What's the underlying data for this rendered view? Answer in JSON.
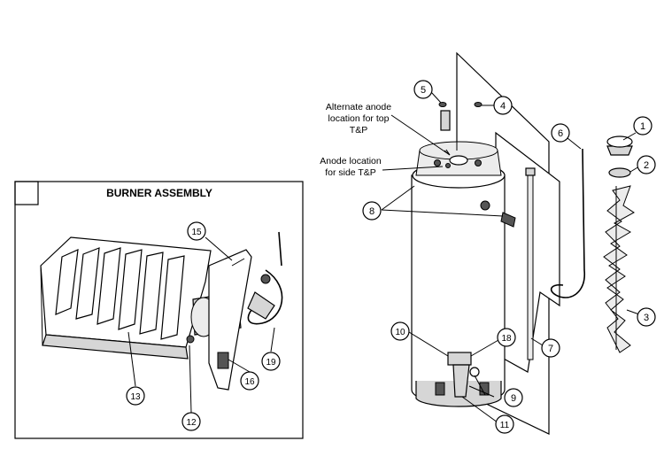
{
  "burner_panel": {
    "title": "BURNER ASSEMBLY"
  },
  "annotations": {
    "alternate_anode_line1": "Alternate anode",
    "alternate_anode_line2": "location for top",
    "alternate_anode_line3": "T&P",
    "anode_location_line1": "Anode location",
    "anode_location_line2": "for side T&P"
  },
  "callouts": [
    {
      "id": "callout-1",
      "label": "1"
    },
    {
      "id": "callout-2",
      "label": "2"
    },
    {
      "id": "callout-3",
      "label": "3"
    },
    {
      "id": "callout-4",
      "label": "4"
    },
    {
      "id": "callout-5",
      "label": "5"
    },
    {
      "id": "callout-6",
      "label": "6"
    },
    {
      "id": "callout-7",
      "label": "7"
    },
    {
      "id": "callout-8",
      "label": "8"
    },
    {
      "id": "callout-9",
      "label": "9"
    },
    {
      "id": "callout-10",
      "label": "10"
    },
    {
      "id": "callout-11",
      "label": "11"
    },
    {
      "id": "callout-12",
      "label": "12"
    },
    {
      "id": "callout-13",
      "label": "13"
    },
    {
      "id": "callout-15",
      "label": "15"
    },
    {
      "id": "callout-16",
      "label": "16"
    },
    {
      "id": "callout-18",
      "label": "18"
    },
    {
      "id": "callout-19",
      "label": "19"
    }
  ]
}
